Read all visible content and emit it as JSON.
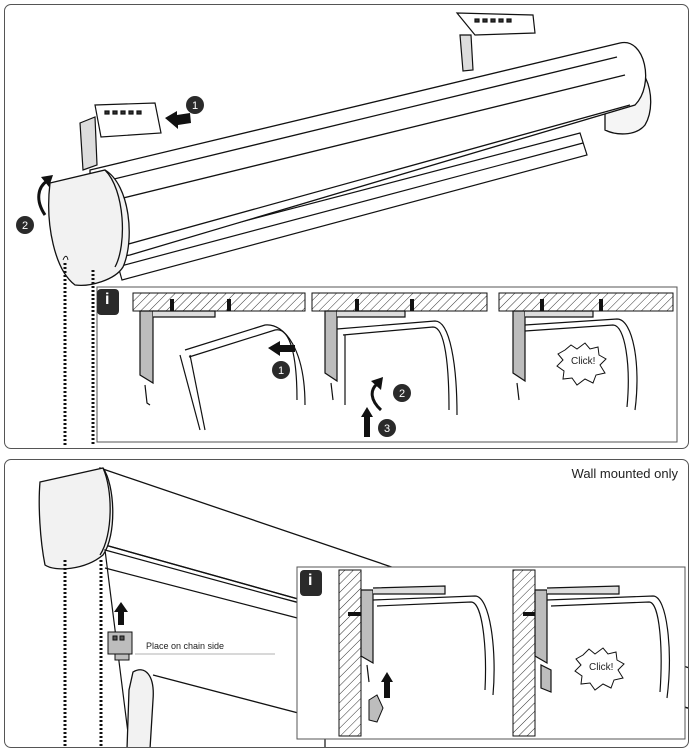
{
  "step_numbers": [
    "1",
    "2",
    "3"
  ],
  "info_icon": "i",
  "click_text": "Click!",
  "wall_label": "Wall mounted only",
  "chain_label": "Place on chain side",
  "icons": [
    "info-icon",
    "arrow-icon",
    "number-badge-icon",
    "click-burst-icon"
  ],
  "colors": {
    "stroke": "#111111",
    "fill_light": "#f2f2f2",
    "fill_grey": "#bdbdbd",
    "badge": "#2a2a2a"
  }
}
